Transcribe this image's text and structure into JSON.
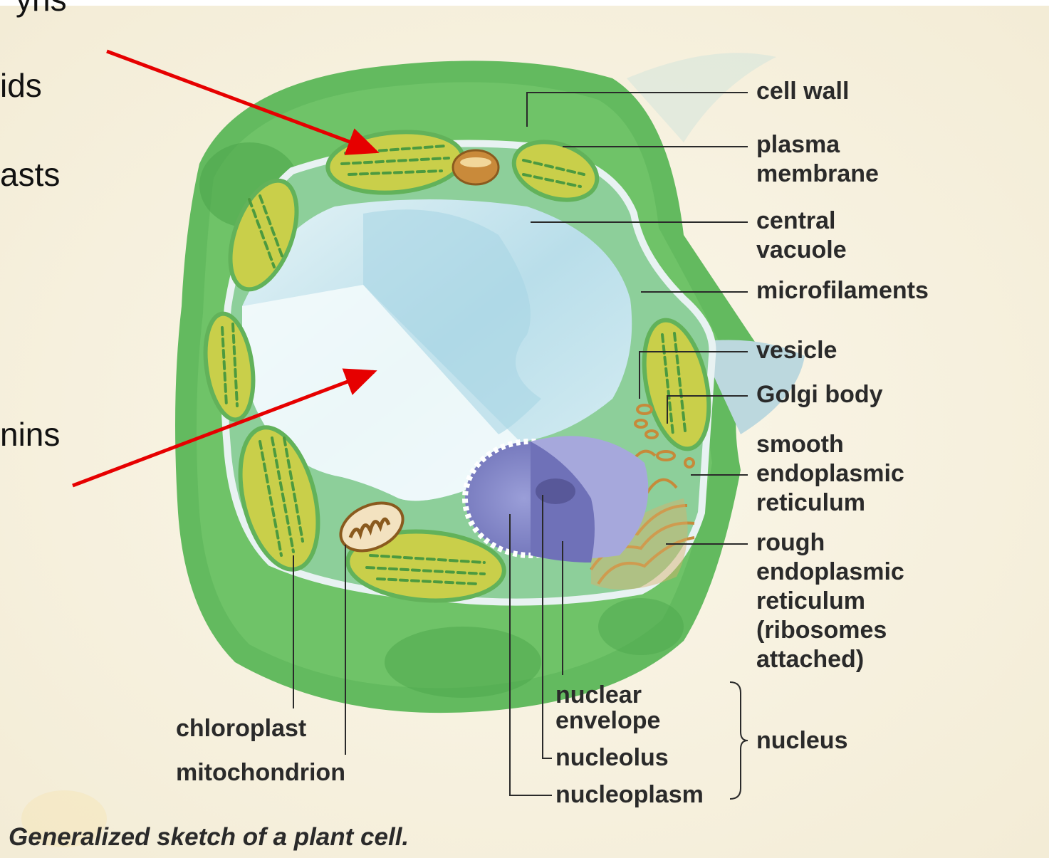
{
  "slide_fragments": [
    "yhs",
    "ids",
    "asts",
    "nins"
  ],
  "labels": {
    "cell_wall": "cell wall",
    "plasma_membrane": [
      "plasma",
      "membrane"
    ],
    "central_vacuole": [
      "central",
      "vacuole"
    ],
    "microfilaments": "microfilaments",
    "vesicle": "vesicle",
    "golgi_body": "Golgi body",
    "smooth_er": [
      "smooth",
      "endoplasmic",
      "reticulum"
    ],
    "rough_er": [
      "rough",
      "endoplasmic",
      "reticulum",
      "(ribosomes",
      "attached)"
    ],
    "nuclear_envelope": [
      "nuclear",
      "envelope"
    ],
    "nucleolus": "nucleolus",
    "nucleoplasm": "nucleoplasm",
    "nucleus": "nucleus",
    "chloroplast": "chloroplast",
    "mitochondrion": "mitochondrion"
  },
  "caption": "Generalized sketch of a plant cell.",
  "colors": {
    "paper": "#f8f3e2",
    "cell_green": "#5cb85a",
    "chloroplast_fill": "#c9cf4a",
    "vacuole_blue": "#bfe1ec",
    "nucleus_purple": "#8b8fce",
    "arrow_red": "#e60000"
  }
}
